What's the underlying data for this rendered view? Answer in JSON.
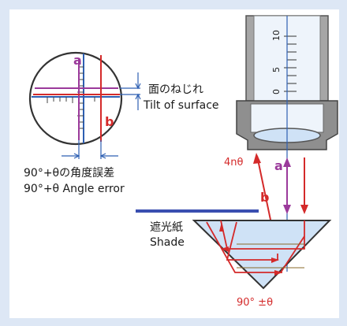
{
  "labels": {
    "surface_tilt_jp": "面のねじれ",
    "surface_tilt_en": "Tilt of surface",
    "angle_error_jp": "90°+θの角度誤差",
    "angle_error_en": "90°+θ Angle error",
    "beam_a_top": "a",
    "beam_b_top": "b",
    "beam_a_right": "a",
    "beam_b_right": "b",
    "shift": "4nθ",
    "shade_jp": "遮光紙",
    "shade_en": "Shade",
    "prism_angle": "90° ±θ",
    "scale_10": "10",
    "scale_5": "5",
    "scale_0": "0"
  },
  "colors": {
    "background": "#dde7f5",
    "panel": "#ffffff",
    "blue_line": "#2d5fb2",
    "red_beam": "#d42a2a",
    "purple_beam": "#9b3a9b",
    "prism_fill": "#cfe2f6",
    "tube_gray": "#8f8f8f",
    "text": "#1a1a1a",
    "shade_bar": "#3a4fb0"
  }
}
